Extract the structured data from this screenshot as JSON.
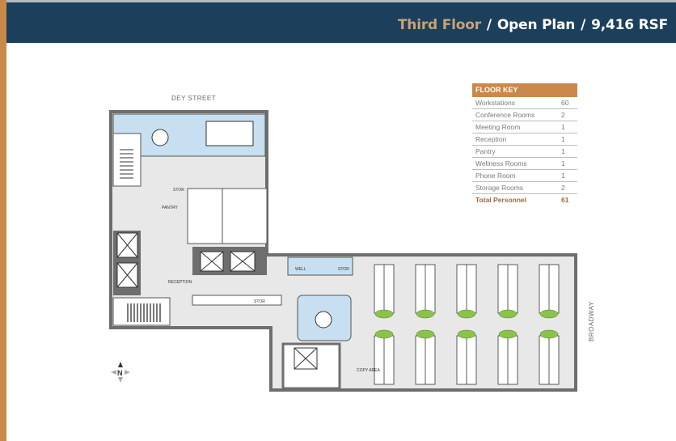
{
  "header": {
    "floor": "Third Floor",
    "separator": "/",
    "plan_type": "Open Plan",
    "area": "9,416 RSF"
  },
  "floor_key": {
    "title": "FLOOR KEY",
    "rows": [
      {
        "label": "Workstations",
        "value": "60"
      },
      {
        "label": "Conference Rooms",
        "value": "2"
      },
      {
        "label": "Meeting Room",
        "value": "1"
      },
      {
        "label": "Reception",
        "value": "1"
      },
      {
        "label": "Pantry",
        "value": "1"
      },
      {
        "label": "Wellness Rooms",
        "value": "1"
      },
      {
        "label": "Phone Room",
        "value": "1"
      },
      {
        "label": "Storage Rooms",
        "value": "2"
      }
    ],
    "total": {
      "label": "Total Personnel",
      "value": "61"
    }
  },
  "streets": {
    "north": "DEY STREET",
    "east": "BROADWAY"
  },
  "room_labels": {
    "stor1": "STOR",
    "pantry": "PANTRY",
    "reception": "RECEPTION",
    "stor2": "STOR",
    "well": "WELL",
    "stor3": "STOR",
    "copy": "COPY AREA"
  },
  "compass": {
    "label": "N"
  },
  "colors": {
    "header_bg": "#1c3f5c",
    "accent": "#c9894a",
    "floor_fill": "#e8e8e8",
    "wall": "#6e6e6e",
    "conference_fill": "#c7dff0",
    "plant": "#8bc34a"
  }
}
